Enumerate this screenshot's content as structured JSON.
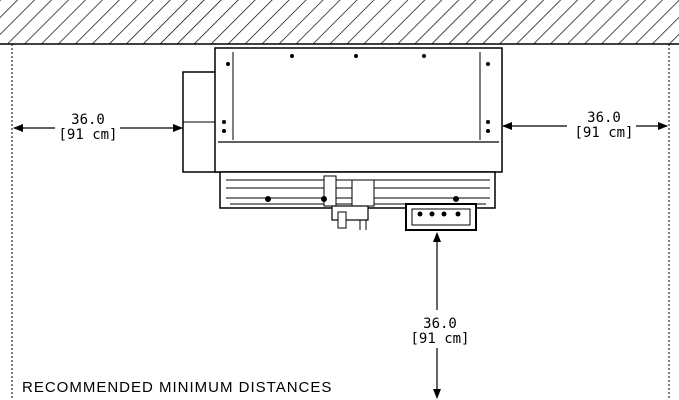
{
  "left_clearance": {
    "value": "36.0",
    "metric": "[91 cm]"
  },
  "right_clearance": {
    "value": "36.0",
    "metric": "[91 cm]"
  },
  "bottom_clearance": {
    "value": "36.0",
    "metric": "[91 cm]"
  },
  "caption": "RECOMMENDED MINIMUM DISTANCES"
}
